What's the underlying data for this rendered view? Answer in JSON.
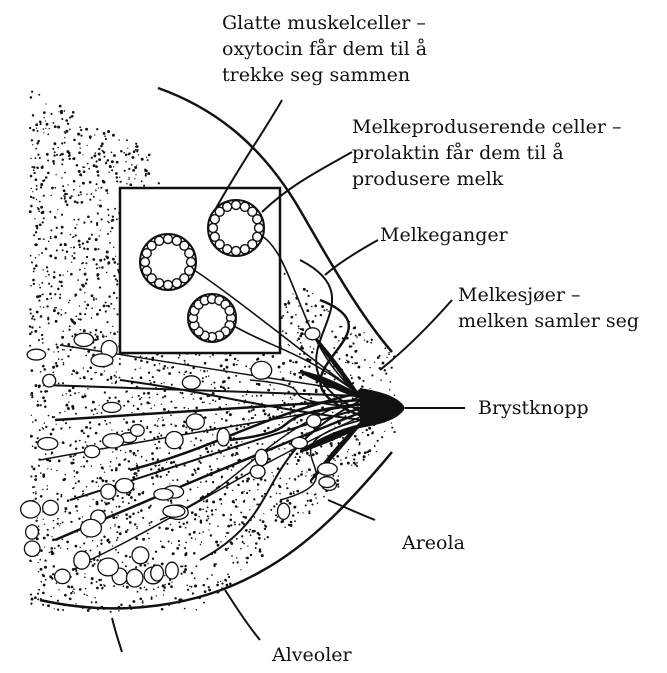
{
  "labels": {
    "smooth_muscle": [
      "Glatte muskelceller –",
      "oxytocin får dem til å",
      "trekke seg sammen"
    ],
    "milk_cells": [
      "Melkeproduserende celler –",
      "prolaktin får dem til å",
      "produsere melk"
    ],
    "ducts": "Melkeganger",
    "sinuses": [
      "Melkesjøer –",
      "melken samler seg"
    ],
    "nipple": "Brystknopp",
    "areola": "Areola",
    "alveoli": "Alveoler"
  },
  "colors": {
    "ink": "#111111",
    "background": "#ffffff"
  }
}
